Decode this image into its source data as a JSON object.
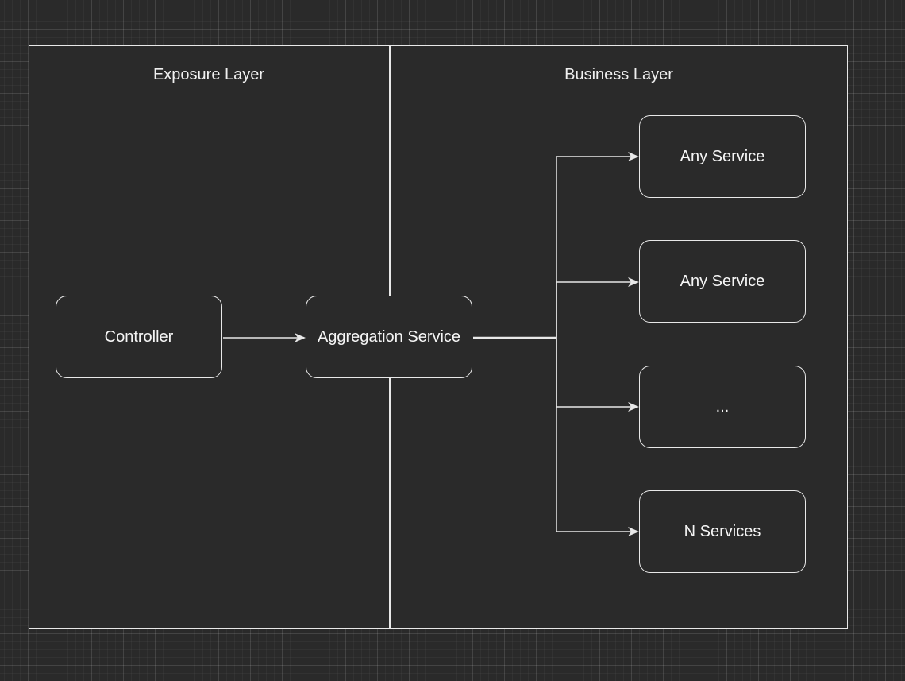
{
  "layers": {
    "exposure": {
      "title": "Exposure Layer"
    },
    "business": {
      "title": "Business Layer"
    }
  },
  "nodes": {
    "controller": {
      "label": "Controller"
    },
    "aggregation": {
      "label": "Aggregation Service"
    },
    "service_1": {
      "label": "Any Service"
    },
    "service_2": {
      "label": "Any Service"
    },
    "service_3": {
      "label": "..."
    },
    "service_n": {
      "label": "N Services"
    }
  },
  "edges": [
    {
      "from": "controller",
      "to": "aggregation"
    },
    {
      "from": "aggregation",
      "to": "service_1"
    },
    {
      "from": "aggregation",
      "to": "service_2"
    },
    {
      "from": "aggregation",
      "to": "service_3"
    },
    {
      "from": "aggregation",
      "to": "service_n"
    }
  ],
  "colors": {
    "background": "#2a2a2a",
    "stroke": "#e8e8e8",
    "text": "#f5f5f5"
  }
}
